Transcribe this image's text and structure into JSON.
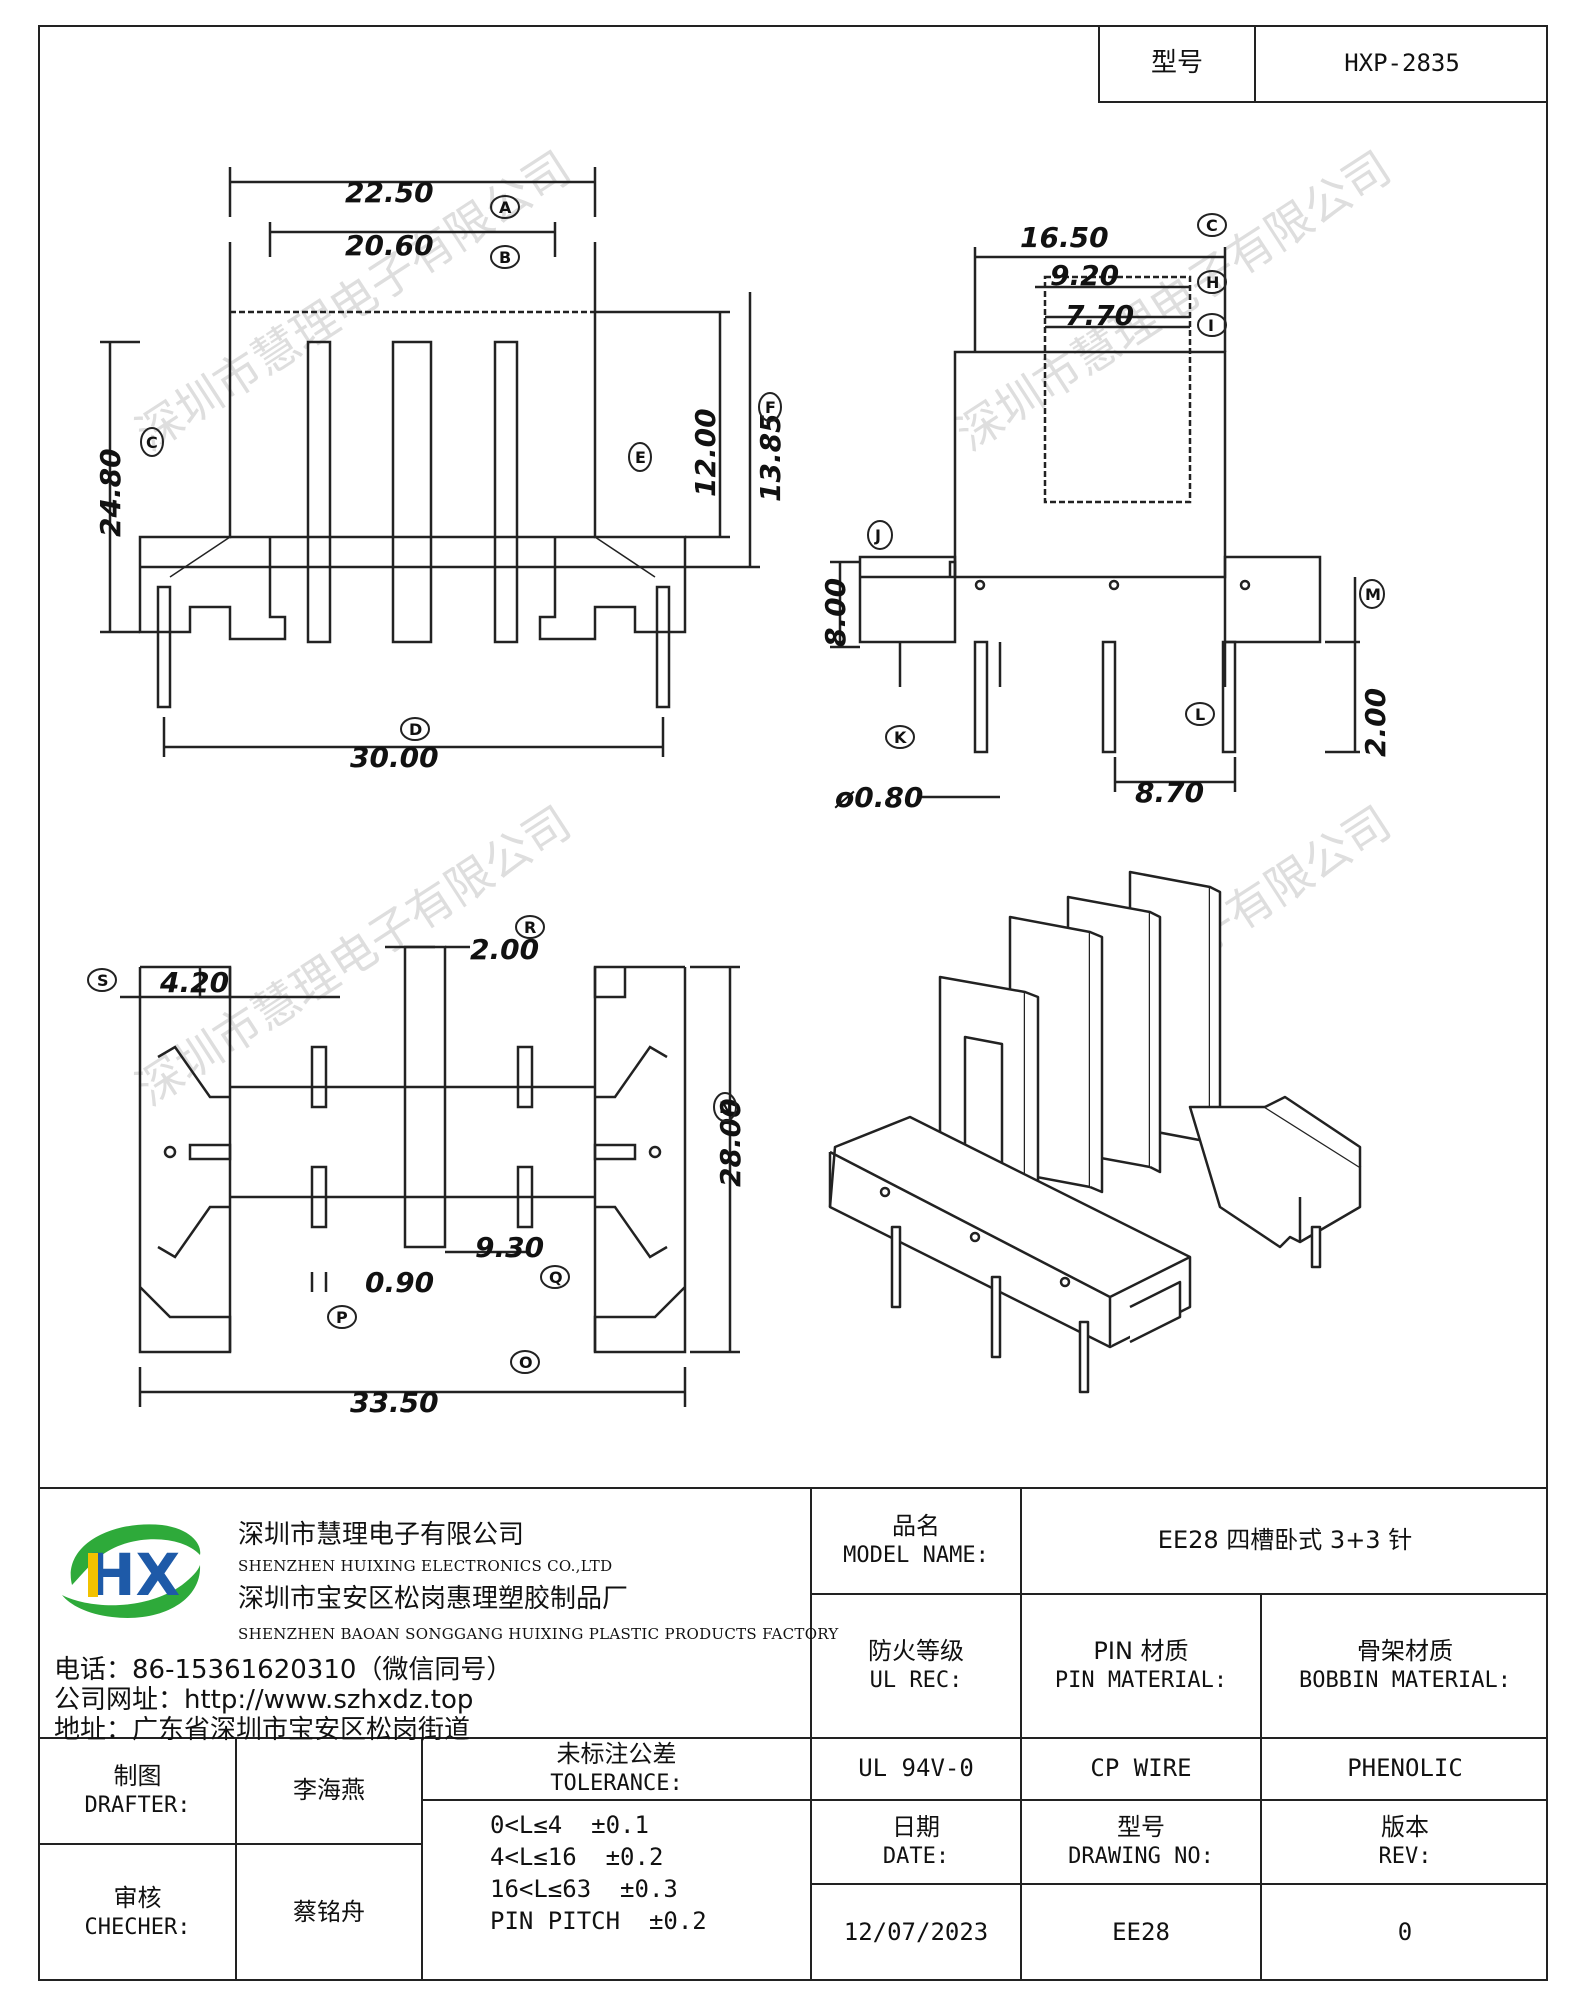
{
  "header": {
    "model_label": "型号",
    "model_value": "HXP-2835"
  },
  "drawing": {
    "top_left": {
      "dims": [
        "22.50",
        "20.60",
        "24.80",
        "12.00",
        "13.85",
        "30.00"
      ],
      "labels": [
        "A",
        "B",
        "C",
        "E",
        "F",
        "D"
      ]
    },
    "top_right": {
      "dims": [
        "16.50",
        "9.20",
        "7.70",
        "8.00",
        "ø0.80",
        "8.70",
        "2.00"
      ],
      "labels": [
        "C",
        "H",
        "I",
        "J",
        "K",
        "L",
        "M"
      ]
    },
    "bottom_left": {
      "dims": [
        "2.00",
        "4.20",
        "28.00",
        "9.30",
        "0.90",
        "33.50"
      ],
      "labels": [
        "R",
        "S",
        "N",
        "Q",
        "P",
        "O"
      ]
    }
  },
  "company": {
    "name_cn": "深圳市慧理电子有限公司",
    "name_en": "SHENZHEN HUIXING ELECTRONICS CO.,LTD",
    "factory_cn": "深圳市宝安区松岗惠理塑胶制品厂",
    "factory_en": "SHENZHEN BAOAN SONGGANG HUIXING PLASTIC PRODUCTS FACTORY",
    "phone": "电话：86-15361620310（微信同号）",
    "website": "公司网址：http://www.szhxdz.top",
    "address": "地址：广东省深圳市宝安区松岗街道",
    "logo_text": "HX",
    "watermark": "深圳市慧理电子有限公司"
  },
  "title_block": {
    "model_name_cn": "品名",
    "model_name_en": "MODEL NAME:",
    "model_name_value": "EE28 四槽卧式 3+3 针",
    "ul_cn": "防火等级",
    "ul_en": "UL REC:",
    "pin_cn": "PIN 材质",
    "pin_en": "PIN MATERIAL:",
    "bobbin_cn": "骨架材质",
    "bobbin_en": "BOBBIN MATERIAL:",
    "drafter_cn": "制图",
    "drafter_en": "DRAFTER:",
    "drafter_name": "李海燕",
    "checker_cn": "审核",
    "checker_en": "CHECHER:",
    "checker_name": "蔡铭舟",
    "tolerance_cn": "未标注公差",
    "tolerance_en": "TOLERANCE:",
    "tolerance_lines": [
      "0<L≤4  ±0.1",
      "4<L≤16  ±0.2",
      "16<L≤63  ±0.3",
      "PIN PITCH  ±0.2"
    ],
    "ul_value": "UL 94V-0",
    "pin_value": "CP WIRE",
    "bobbin_value": "PHENOLIC",
    "date_cn": "日期",
    "date_en": "DATE:",
    "drawing_no_cn": "型号",
    "drawing_no_en": "DRAWING NO:",
    "rev_cn": "版本",
    "rev_en": "REV:",
    "date_value": "12/07/2023",
    "drawing_no_value": "EE28",
    "rev_value": "0"
  },
  "colors": {
    "logo_green": "#2eaa3a",
    "logo_yellow": "#f2c200",
    "logo_blue": "#1e5aa8",
    "line": "#222222",
    "watermark": "#dcdcdc"
  }
}
